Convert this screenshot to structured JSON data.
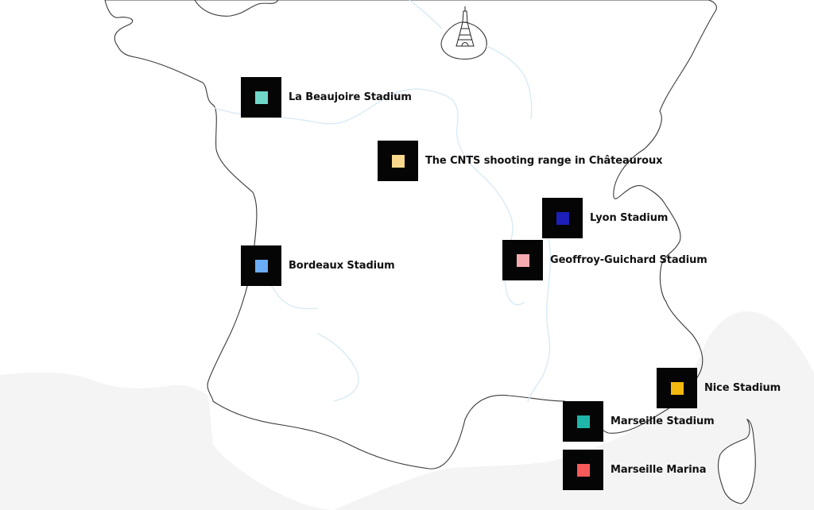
{
  "map": {
    "colors": {
      "background": "#ffffff",
      "sea": "#f4f4f4",
      "border": "#3a3a3a",
      "river": "#d6e9f5",
      "marker_box": "#050505"
    },
    "landmarks": [
      {
        "id": "paris",
        "icon": "eiffel-tower-icon"
      }
    ],
    "venues": [
      {
        "id": "la-beaujoire",
        "label": "La Beaujoire Stadium",
        "color": "#6fd6c8"
      },
      {
        "id": "chateauroux",
        "label": "The CNTS shooting range in Châteauroux",
        "color": "#f7d88c"
      },
      {
        "id": "lyon",
        "label": "Lyon Stadium",
        "color": "#1c20b8"
      },
      {
        "id": "geoffroy-guichard",
        "label": "Geoffroy-Guichard Stadium",
        "color": "#f5abb0"
      },
      {
        "id": "bordeaux",
        "label": "Bordeaux Stadium",
        "color": "#6aacf5"
      },
      {
        "id": "nice",
        "label": "Nice Stadium",
        "color": "#f5b80f"
      },
      {
        "id": "marseille",
        "label": "Marseille Stadium",
        "color": "#1fb5a8"
      },
      {
        "id": "marseille-marina",
        "label": "Marseille Marina",
        "color": "#f75a5a"
      }
    ]
  }
}
